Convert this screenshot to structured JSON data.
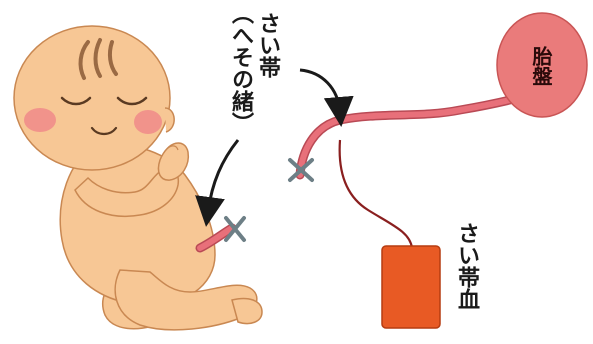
{
  "labels": {
    "umbilical_cord": "さい帯",
    "navel_cord_paren": "（へその緒）",
    "placenta": "胎盤",
    "cord_blood": "さい帯血"
  },
  "colors": {
    "skin": "#f7c795",
    "skin_shadow": "#e9a971",
    "skin_outline": "#c98852",
    "cheek": "#f08a8a",
    "hair": "#9a6a44",
    "cord": "#e8707a",
    "cord_outline": "#b94a55",
    "placenta": "#ea7b7b",
    "placenta_outline": "#c95555",
    "clamp": "#6d7f86",
    "bag": "#e85a24",
    "bag_outline": "#b63c10",
    "tube": "#8a1f1f",
    "arrow": "#1a1a1a"
  }
}
